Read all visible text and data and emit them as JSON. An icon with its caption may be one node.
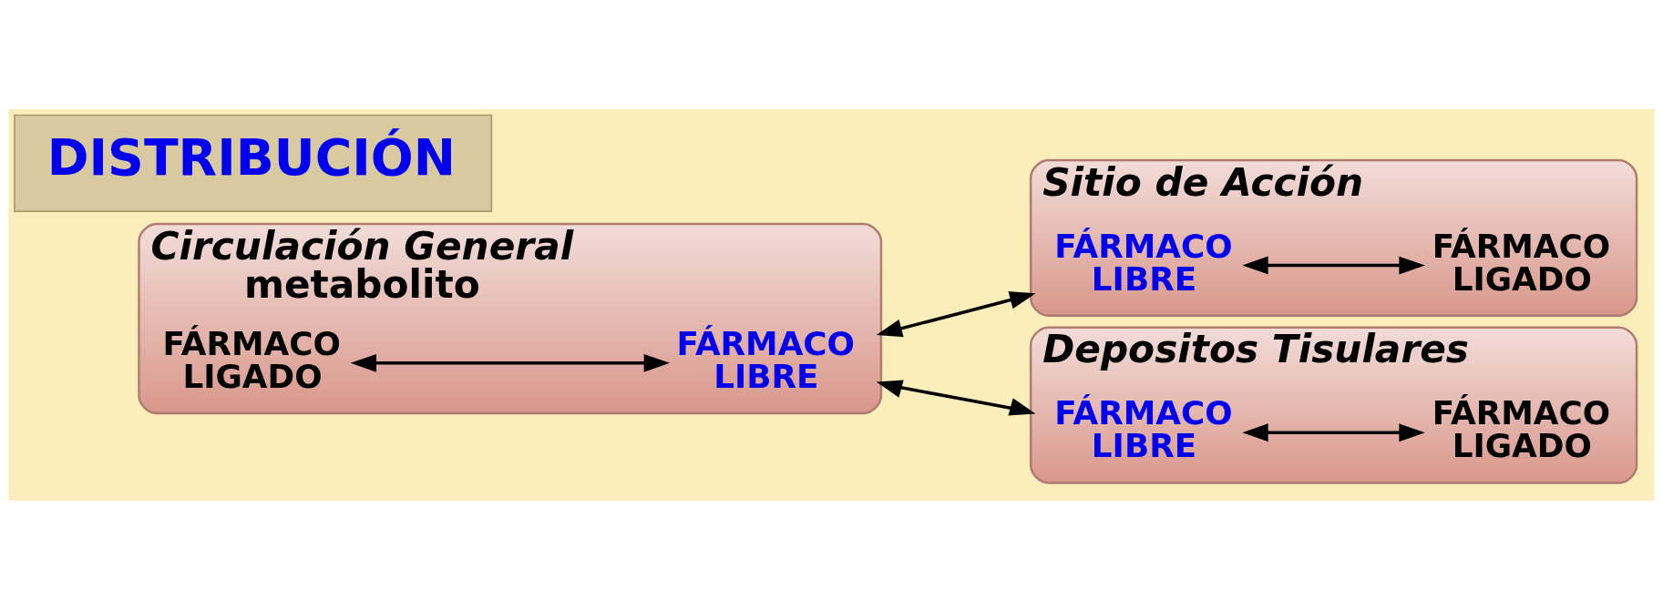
{
  "diagram": {
    "nodes": [
      {
        "text": [
          "Circulación General",
          "metabolito"
        ]
      },
      {
        "text": [
          "FÁRMACO LIGADO"
        ],
        "in": 0
      },
      {
        "text": [
          "FÁRMACO LIBRE"
        ],
        "in": 0
      },
      {
        "text": [
          "Sitio de Acción"
        ]
      },
      {
        "text": [
          "FÁRMACO LIBRE"
        ],
        "in": 3
      },
      {
        "text": [
          "FÁRMACO LIGADO"
        ],
        "in": 3
      },
      {
        "text": [
          "Depositos Tisulares"
        ]
      },
      {
        "text": [
          "FÁRMACO LIBRE"
        ],
        "in": 6
      },
      {
        "text": [
          "FÁRMACO LIGADO"
        ],
        "in": 6
      },
      {
        "text": [
          "DISTRIBUCIÓN"
        ]
      }
    ],
    "edges": [
      {
        "from": 1,
        "to": 2,
        "arrow": "both"
      },
      {
        "from": 4,
        "to": 5,
        "arrow": "both"
      },
      {
        "from": 7,
        "to": 8,
        "arrow": "both"
      },
      {
        "from": 0,
        "to": 3,
        "arrow": "both"
      },
      {
        "from": 0,
        "to": 6,
        "arrow": "both"
      }
    ]
  }
}
